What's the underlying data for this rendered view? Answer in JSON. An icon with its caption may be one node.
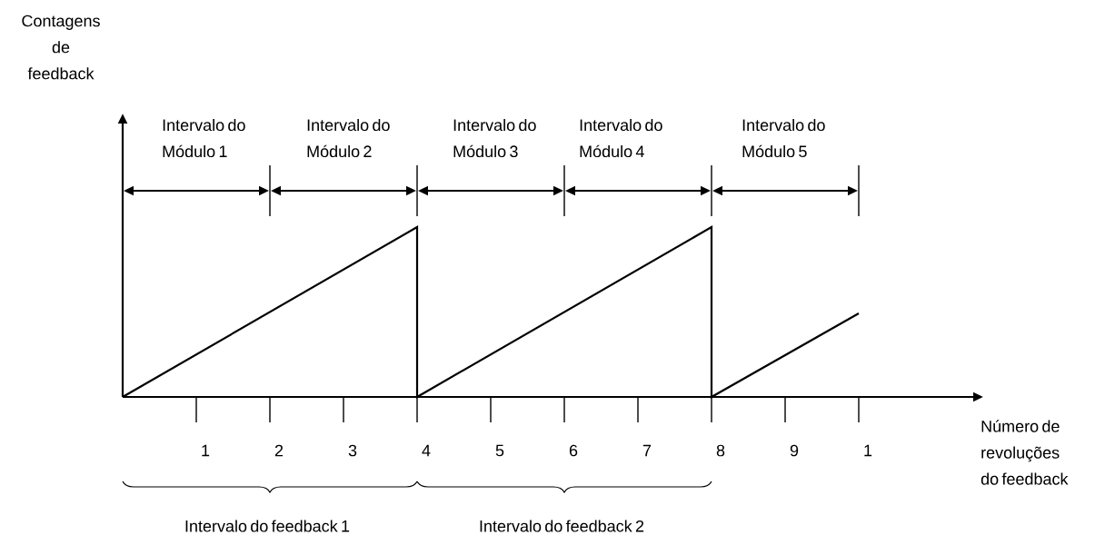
{
  "diagram": {
    "labels": [
      "Contagens de feedback",
      "Intervalo do Módulo 1",
      "Intervalo do Módulo 2",
      "Intervalo do Módulo 3",
      "Intervalo do Módulo 4",
      "Intervalo do Módulo 5",
      "1",
      "2",
      "3",
      "4",
      "5",
      "6",
      "7",
      "8",
      "9",
      "1",
      "Número de revoluções do feedback",
      "Intervalo do feedback 1",
      "Intervalo do feedback 2"
    ]
  }
}
